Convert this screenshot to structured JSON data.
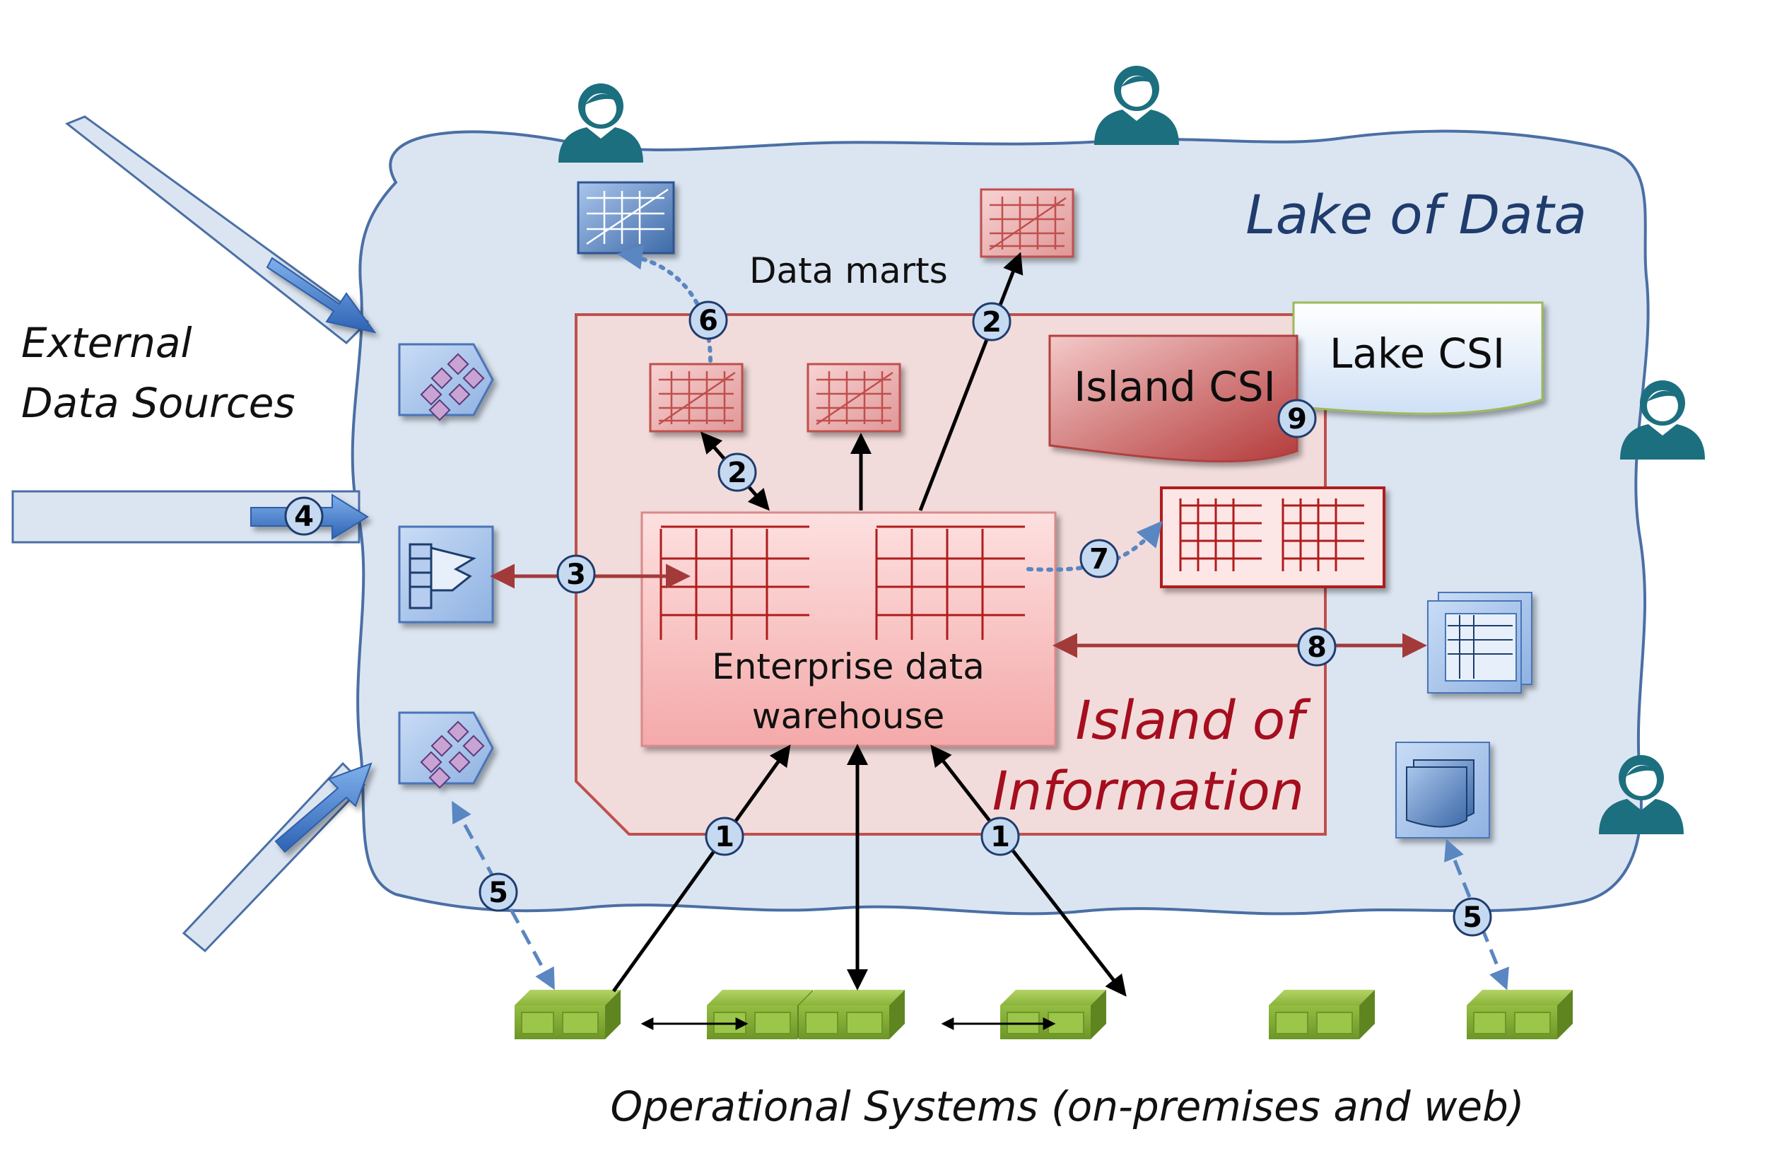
{
  "labels": {
    "lake_of_data": "Lake of Data",
    "external_line1": "External",
    "external_line2": "Data Sources",
    "data_marts": "Data  marts",
    "lake_csi": "Lake CSI",
    "island_csi": "Island CSI",
    "edw_line1": "Enterprise data",
    "edw_line2": "warehouse",
    "island_line1": "Island  of",
    "island_line2": "Information",
    "operational": "Operational Systems (on-premises and web)"
  },
  "badges": {
    "b1a": "1",
    "b1b": "1",
    "b2a": "2",
    "b2b": "2",
    "b3": "3",
    "b4": "4",
    "b5a": "5",
    "b5b": "5",
    "b6": "6",
    "b7": "7",
    "b8": "8",
    "b9": "9"
  },
  "colors": {
    "lake_fill": "#dbe5f1",
    "lake_stroke": "#4a6fa5",
    "island_fill": "#f2dcdb",
    "island_stroke": "#c0504d",
    "edw_fill": "#f9c9c9",
    "dark_red": "#a50e1e",
    "blue_text": "#1f3c6d",
    "badge_fill": "#c5d9f1",
    "green": "#8ab43a",
    "person": "#1c6f7f"
  },
  "icons": [
    "person-icon",
    "data-mart-icon",
    "pipe-icon",
    "flow-arrow-icon",
    "source-icon",
    "server-block-icon",
    "document-stack-icon",
    "table-icon"
  ]
}
